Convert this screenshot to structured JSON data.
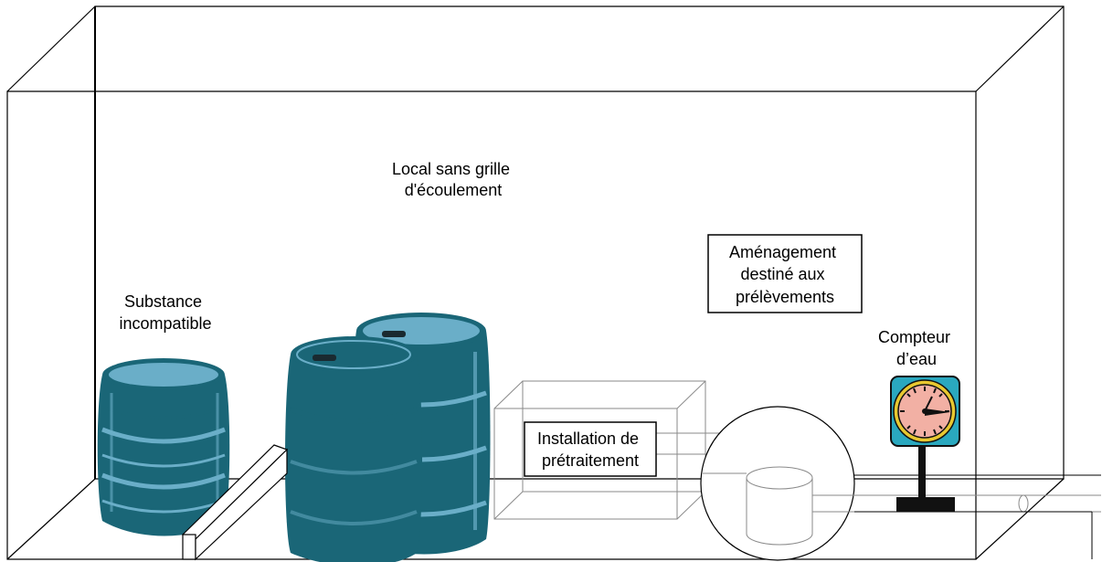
{
  "labels": {
    "room": [
      "Local sans grille",
      "d'écoulement"
    ],
    "incompatible": [
      "Substance",
      "incompatible"
    ],
    "sampling": [
      "Aménagement",
      "destiné aux",
      "prélèvements"
    ],
    "meter": [
      "Compteur",
      "d’eau"
    ],
    "pretreatment": [
      "Installation de",
      "prétraitement"
    ]
  },
  "colors": {
    "drum_body": "#1a6677",
    "drum_highlight": "#6aaec8",
    "drum_cap": "#1a2a30",
    "outline": "#000000",
    "light_outline": "#8a8a8a",
    "meter_bg": "#2aa8bf",
    "meter_dial": "#f2b0a4",
    "meter_rim": "#e8c830",
    "meter_stand": "#111111"
  },
  "icons": {
    "drums": "barrel-icon",
    "meter": "water-meter-icon"
  }
}
